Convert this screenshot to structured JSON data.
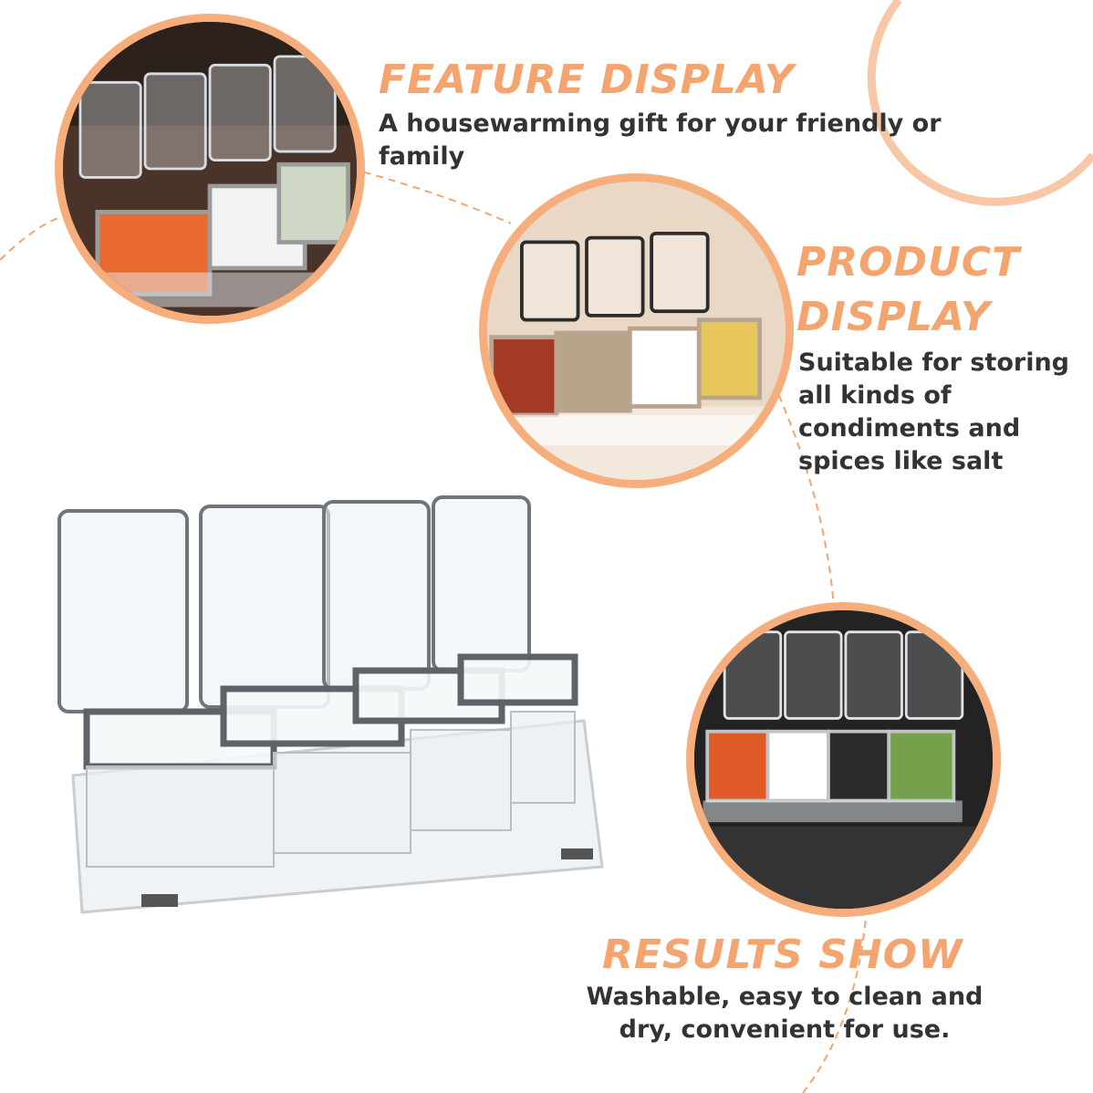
{
  "colors": {
    "accent": "#f4a46e",
    "ring": "#f6ae7d",
    "text": "#333333"
  },
  "sections": [
    {
      "heading": "FEATURE DISPLAY",
      "description": [
        "A housewarming gift for your friendly or",
        "family"
      ]
    },
    {
      "heading": [
        "PRODUCT",
        "DISPLAY"
      ],
      "description": [
        "Suitable for storing",
        "all kinds of",
        "condiments and",
        "spices like salt"
      ]
    },
    {
      "heading": "RESULTS SHOW",
      "description": [
        "Washable, easy to clean and",
        "dry, convenient for use."
      ]
    }
  ]
}
